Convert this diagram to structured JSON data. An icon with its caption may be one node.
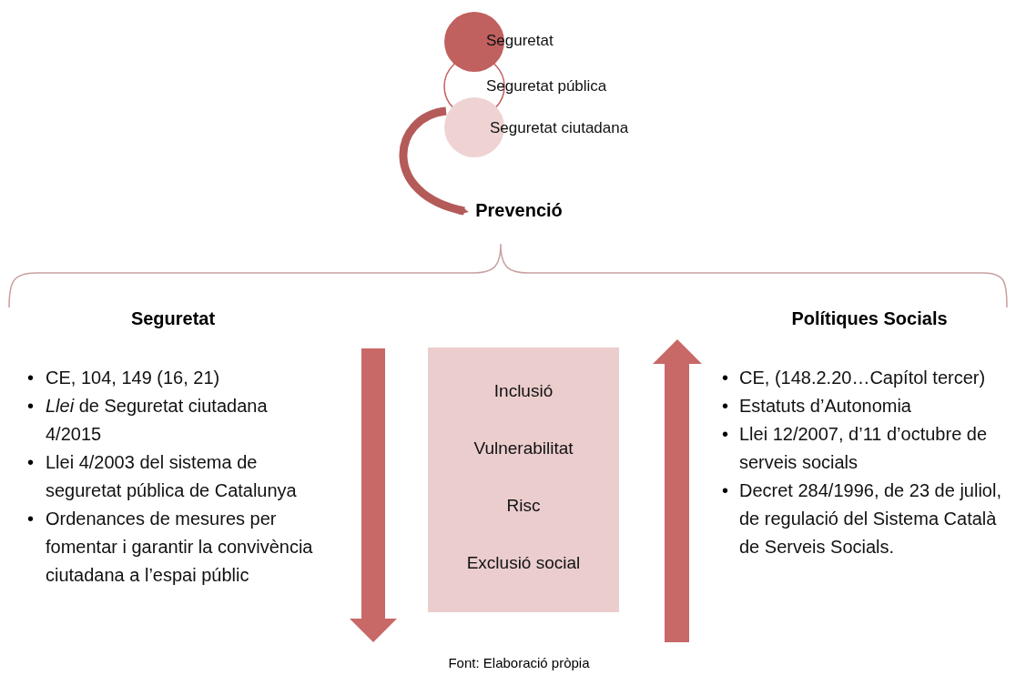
{
  "diagram": {
    "caption": "Font: Elaboració pròpia",
    "nodes": [
      {
        "text": [
          "Seguretat"
        ]
      },
      {
        "text": [
          "Seguretat pública"
        ]
      },
      {
        "text": [
          "Seguretat ciutadana"
        ]
      },
      {
        "text": [
          "Prevenció"
        ]
      },
      {
        "text": [
          "Inclusió",
          "Vulnerabilitat",
          "Risc",
          "Exclusió social"
        ]
      }
    ],
    "edges": [
      {
        "from": 1,
        "to": 3,
        "arrow": "to"
      }
    ],
    "labels": [
      "Seguretat",
      "•",
      "CE, 104, 149 (16, 21)",
      "•",
      "*Llei* de Seguretat ciutadana 4/2015",
      "•",
      "Llei 4/2003 del sistema de seguretat pública de Catalunya",
      "•",
      "Ordenances de mesures per fomentar i garantir la convivència ciutadana a l’espai públic",
      "Polítiques Socials",
      "•",
      "CE, (148.2.20…Capítol tercer)",
      "•",
      "Estatuts d’Autonomia",
      "•",
      "Llei 12/2007, d’11 d’octubre de serveis socials",
      "•",
      "Decret 284/1996, de 23 de juliol, de regulació del Sistema Català de Serveis Socials."
    ]
  }
}
